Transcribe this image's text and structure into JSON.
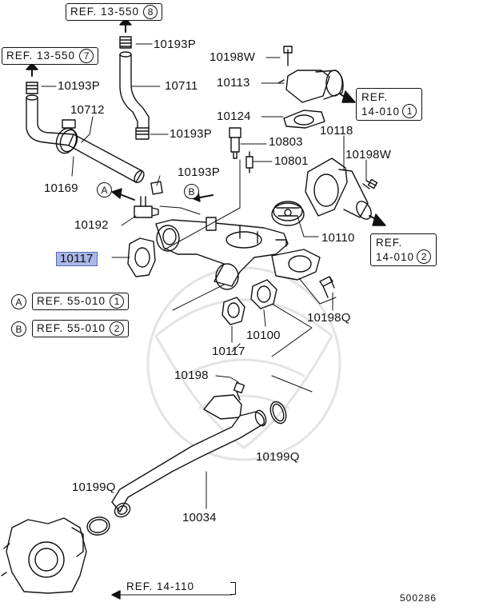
{
  "diagram_code": "500286",
  "refs": {
    "r13_550_8": {
      "text": "REF. 13-550",
      "num": "8"
    },
    "r13_550_7": {
      "text": "REF. 13-550",
      "num": "7"
    },
    "r14_010_1": {
      "line1": "REF.",
      "line2": "14-010",
      "num": "1"
    },
    "r14_010_2": {
      "line1": "REF.",
      "line2": "14-010",
      "num": "2"
    },
    "r55_010_1": {
      "letter": "A",
      "text": "REF. 55-010",
      "num": "1"
    },
    "r55_010_2": {
      "letter": "B",
      "text": "REF. 55-010",
      "num": "2"
    },
    "r14_110": {
      "text": "REF. 14-110"
    }
  },
  "arrow_letters": {
    "a": "A",
    "b": "B"
  },
  "parts": {
    "p10193P_top": "10193P",
    "p10198W_top": "10198W",
    "p10193P_left": "10193P",
    "p10711": "10711",
    "p10113": "10113",
    "p10712": "10712",
    "p10124": "10124",
    "p10118": "10118",
    "p10193P_mid": "10193P",
    "p10803": "10803",
    "p10198W_right": "10198W",
    "p10801": "10801",
    "p10169": "10169",
    "p10193P_low": "10193P",
    "p10192": "10192",
    "p10110": "10110",
    "p10117_left": "10117",
    "p10198Q_right": "10198Q",
    "p10100": "10100",
    "p10117_bottom": "10117",
    "p10198": "10198",
    "p10199Q_right": "10199Q",
    "p10199Q_left": "10199Q",
    "p10034": "10034"
  }
}
